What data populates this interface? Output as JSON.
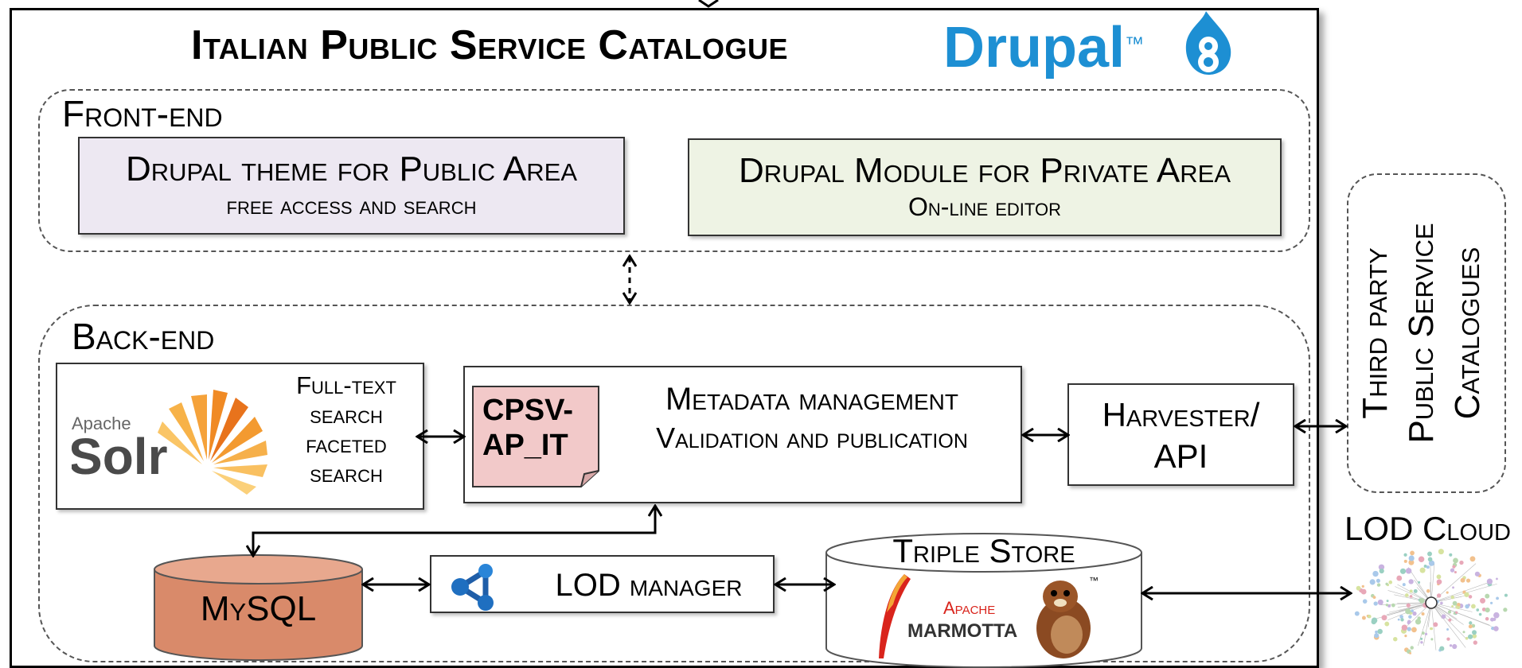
{
  "header": {
    "title": "Italian Public Service Catalogue",
    "drupal_wordmark": "Drupal",
    "trademark": "™",
    "drupal_version_icon": "drupal-8-icon"
  },
  "front_end": {
    "label": "Front-end",
    "public_area": {
      "title": "Drupal theme for Public Area",
      "subtitle": "free access and search"
    },
    "private_area": {
      "title": "Drupal Module for Private Area",
      "subtitle": "On-line editor"
    }
  },
  "back_end": {
    "label": "Back-end",
    "solr": {
      "logo_small": "Apache",
      "logo_name": "Solr",
      "features": [
        "Full-text",
        "search",
        "faceted",
        "search"
      ]
    },
    "metadata": {
      "cpsv_label": "CPSV-AP_IT",
      "cpsv_line1": "CPSV-",
      "cpsv_line2": "AP_IT",
      "title": "Metadata management",
      "subtitle": "Validation and publication"
    },
    "harvester": {
      "line1": "Harvester/",
      "line2": "API"
    },
    "mysql": {
      "label": "MySQL"
    },
    "lod_manager": {
      "label": "LOD manager"
    },
    "triple_store": {
      "label": "Triple Store",
      "logo_apache": "Apache",
      "logo_name": "MARMOTTA",
      "trademark": "™"
    }
  },
  "third_party": {
    "line1": "Third party",
    "line2": "Public Service",
    "line3": "Catalogues"
  },
  "lod_cloud": {
    "label": "LOD Cloud"
  },
  "colors": {
    "drupal_blue": "#1d8fd3",
    "public_area_fill": "#ede8f2",
    "private_area_fill": "#eef3e4",
    "cpsv_fill": "#f2c9c9",
    "mysql_fill": "#d98a6a",
    "solr_orange": "#f08a24",
    "apache_red": "#d9241c"
  }
}
